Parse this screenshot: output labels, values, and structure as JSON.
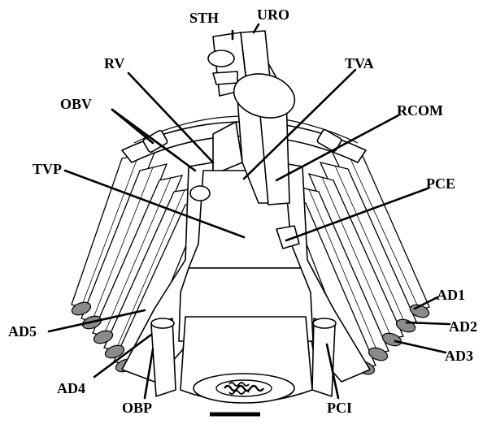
{
  "diagram": {
    "labels": {
      "sth": "STH",
      "uro": "URO",
      "rv": "RV",
      "tva": "TVA",
      "obv": "OBV",
      "rcom": "RCOM",
      "tvp": "TVP",
      "pce": "PCE",
      "ad1": "AD1",
      "ad2": "AD2",
      "ad3": "AD3",
      "ad4": "AD4",
      "ad5": "AD5",
      "obp": "OBP",
      "pci": "PCI"
    },
    "scale_bar_present": true,
    "colors": {
      "ink": "#000000",
      "ray_tip": "#8a8a8a",
      "background": "#ffffff"
    }
  }
}
